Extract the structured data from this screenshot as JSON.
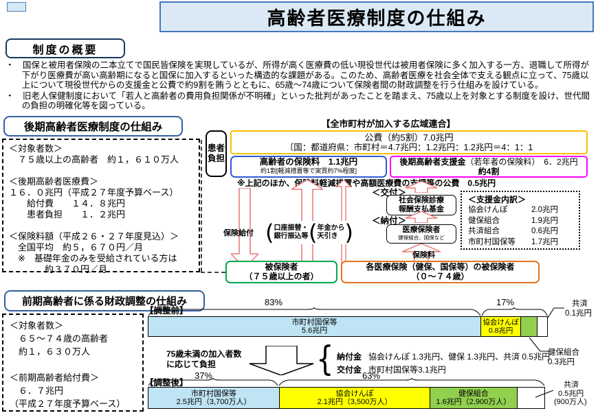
{
  "page_title": "高齢者医療制度の仕組み",
  "overview": {
    "heading": "制度の概要",
    "bullets": [
      "・　国保と被用者保険の二本立てで国民皆保険を実現しているが、所得が高く医療費の低い現役世代は被用者保険に多く加入する一方、退職して所得が下がり医療費が高い高齢期になると国保に加入するといった構造的な課題がある。このため、高齢者医療を社会全体で支える観点に立って、75歳以上について現役世代からの支援金と公費で約9割を賄うとともに、65歳～74歳について保険者間の財政調整を行う仕組みを設けている。",
      "・　旧老人保健制度において「若人と高齢者の費用負担関係が不明確」といった批判があったことを踏まえ、75歳以上を対象とする制度を設け、世代間の負担の明確化等を図っている。"
    ]
  },
  "late_elderly": {
    "heading": "後期高齢者医療制度の仕組み",
    "info_lines": [
      "＜対象者数＞",
      "　７５歳以上の高齢者　約１，６１０万人",
      "",
      "＜後期高齢者医療費＞",
      "１６．０兆円（平成２７年度予算ベース）",
      "　　給付費　　１４．８兆円",
      "　　患者負担　　１．２兆円",
      "",
      "＜保険料額（平成２６・２７年度見込）＞",
      "　全国平均　約５，６７０円／月",
      "　※　基礎年金のみを受給されている方は",
      "　　　　約３７０円／月"
    ],
    "diagram": {
      "union_title": "【全市町村が加入する広域連合】",
      "patient_line1": "患者",
      "patient_line2": "負担",
      "kouhi_line1": "公費（約5割）7.0兆円",
      "kouhi_line2": "〔国：都道府県：市町村＝4.7兆円：1.2兆円：1.2兆円＝4：1：1",
      "premium_line1": "高齢者の保険料　1.1兆円",
      "premium_line2": "約1割[軽減措置等で実質約7%程度]",
      "support_name": "後期高齢者支援金",
      "support_rest": "（若年者の保険料）　6．2兆円",
      "support_share": "約4割",
      "note": "※上記のほか、保険料軽減措置や高額医療費の支援等の公費　0.5兆円",
      "benefit_label": "保険給付",
      "bracket1_line1": "口座振替・",
      "bracket1_line2": "銀行振込等",
      "bracket2_line1": "年金から",
      "bracket2_line2": "天引き",
      "kofu_label": "＜交付＞",
      "fund_line1": "社会保険診療",
      "fund_line2": "報酬支払基金",
      "nofu_label": "＜納付＞",
      "insurer_name": "医療保険者",
      "insurer_sub": "健保組合、国保など",
      "hokenryo_label": "保険料",
      "breakdown_title": "＜支援金内訳＞",
      "breakdown_rows": [
        {
          "label": "協会けんぽ",
          "value": "2.0兆円"
        },
        {
          "label": "健保組合",
          "value": "1.9兆円"
        },
        {
          "label": "共済組合",
          "value": "0.6兆円"
        },
        {
          "label": "市町村国保等",
          "value": "1.7兆円"
        }
      ],
      "insured_green_line1": "被保険者",
      "insured_green_line2": "（７５歳以上の者）",
      "insured_orange_line1": "各医療保険（健保、国保等）の被保険者",
      "insured_orange_line2": "（０～７４歳）"
    }
  },
  "early_elderly": {
    "heading": "前期高齢者に係る財政調整の仕組み",
    "info_lines": [
      "＜対象者数＞",
      "　６５～７４歳の高齢者",
      "　約１，６３０万人",
      "",
      "＜前期高齢者給付費＞",
      "　６．７兆円",
      "（平成２７年度予算ベース）"
    ],
    "before": {
      "label": "【調整前】",
      "pct_main": "83%",
      "pct_small": "17%",
      "segments": [
        {
          "name": "市町村国保等",
          "value": "5.6兆円",
          "pct": "83.3%",
          "color": "#bfe4f3"
        },
        {
          "name": "協会けんぽ",
          "value": "0.8兆円",
          "pct": "10.0%",
          "color": "#ffff00"
        },
        {
          "name": "健保組合",
          "value": "0.3兆円",
          "pct": "4.1%",
          "color": "#92d050"
        },
        {
          "name": "共済",
          "value": "0.1兆円",
          "pct": "2.6%",
          "color": "#ffffff"
        }
      ],
      "kyosai_line1": "共済",
      "kyosai_line2": "0.1兆円",
      "kenpo_line1": "健保組合",
      "kenpo_line2": "0.3兆円"
    },
    "transfer": {
      "note_line1": "75歳未満の加入者数",
      "note_line2": "に応じて負担",
      "nofukin_label": "納付金",
      "nofukin_text": "協会けんぽ 1.3兆円、健保 1.3兆円、共済 0.5兆円",
      "kofukin_label": "交付金",
      "kofukin_text": "市町村国保等3.1兆円"
    },
    "after": {
      "label": "【調整後】",
      "pct_main": "37%",
      "pct_small": "63%",
      "segments": [
        {
          "name": "市町村国保等",
          "value": "2.5兆円（3,700万人）",
          "pct": "33%",
          "color": "#bfe4f3"
        },
        {
          "name": "協会けんぽ",
          "value": "2.1兆円（3,500万人）",
          "pct": "38%",
          "color": "#ffff00"
        },
        {
          "name": "健保組合",
          "value": "1.6兆円（2,900万人）",
          "pct": "22%",
          "color": "#92d050"
        },
        {
          "name": "共済",
          "value": "0.5兆円",
          "pct": "7%",
          "color": "#ffffff"
        }
      ],
      "kyosai_line1": "共済",
      "kyosai_line2": "0.5兆円",
      "kyosai_line3": "(900万人)"
    }
  },
  "accent_colors": {
    "title_bg": "#dae9f5",
    "title_border": "#4576b8",
    "kouhi_border": "#ffc000",
    "premium_border": "#2f5bd0",
    "support_border": "#ff00ff",
    "green_border": "#00a651",
    "orange_border": "#e8731a",
    "arrow_stroke": "#e87d7d"
  }
}
